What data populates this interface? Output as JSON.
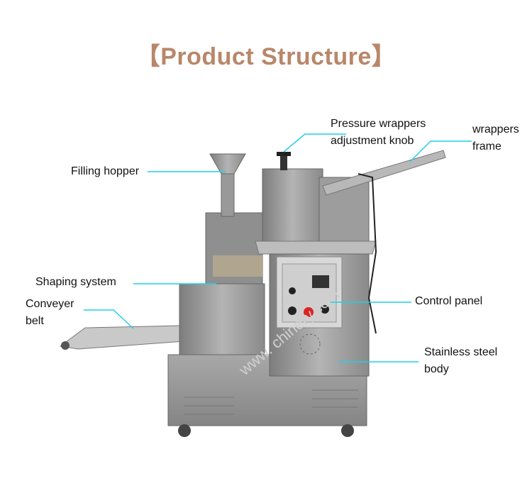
{
  "title": "【Product Structure】",
  "labels": {
    "pressure_knob": [
      "Pressure wrappers",
      "adjustment knob"
    ],
    "wrappers_frame": [
      "wrappers",
      "frame"
    ],
    "filling_hopper": "Filling hopper",
    "shaping_system": "Shaping system",
    "conveyer_belt": [
      "Conveyer",
      "belt"
    ],
    "control_panel": "Control panel",
    "body": [
      "Stainless steel",
      "body"
    ]
  },
  "watermark": "www.    chinery.com",
  "colors": {
    "title": "#b8876a",
    "leader": "#1fd0e8",
    "steel": "#9a9a9a"
  }
}
